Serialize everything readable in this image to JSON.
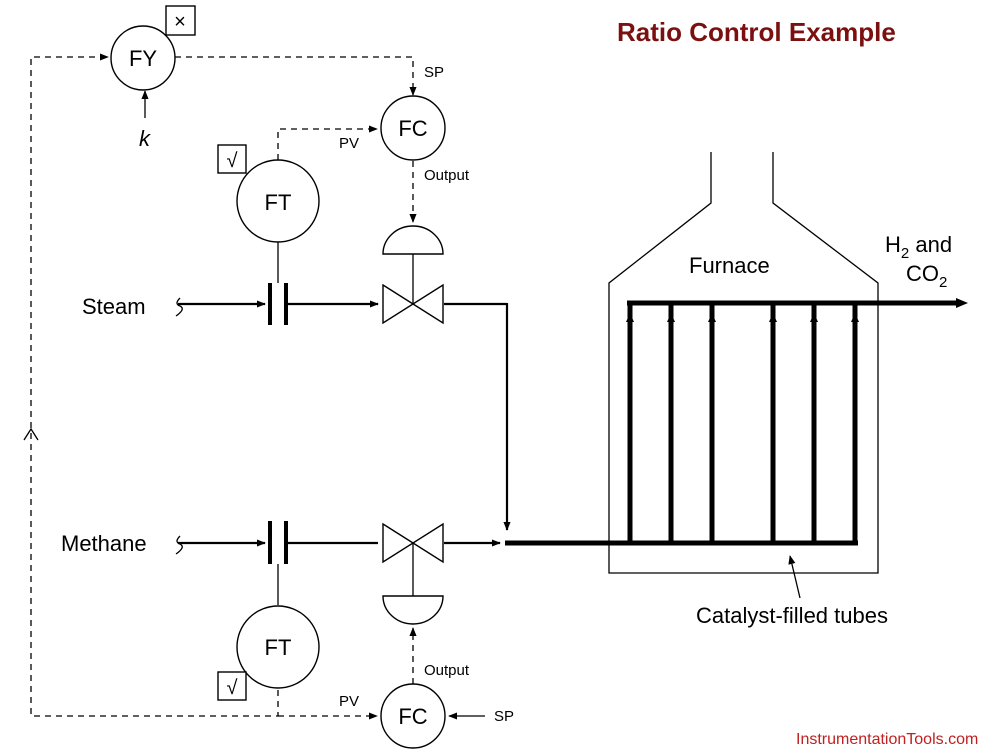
{
  "title": "Ratio Control Example",
  "watermark": "InstrumentationTools.com",
  "instruments": {
    "fy": "FY",
    "fc_top": "FC",
    "fc_bottom": "FC",
    "ft_top": "FT",
    "ft_bottom": "FT",
    "multiply_symbol": "×",
    "sqrt_symbol": "√",
    "k": "k"
  },
  "signals": {
    "sp": "SP",
    "pv": "PV",
    "output": "Output"
  },
  "streams": {
    "steam": "Steam",
    "methane": "Methane",
    "product_h2": "H",
    "product_h2_sub": "2",
    "product_and": " and",
    "product_co2": "CO",
    "product_co2_sub": "2"
  },
  "equipment": {
    "furnace": "Furnace",
    "tubes": "Catalyst-filled tubes"
  }
}
